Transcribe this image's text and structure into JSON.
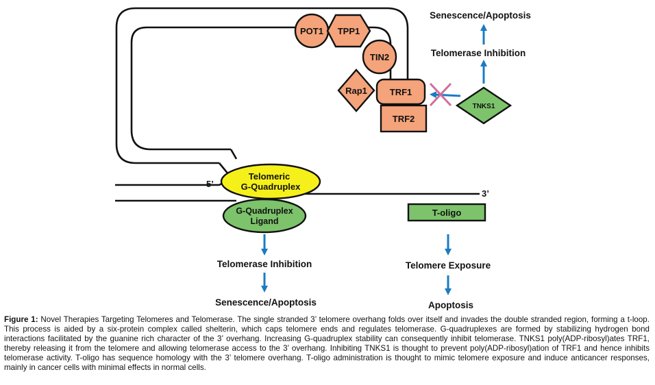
{
  "diagram": {
    "proteins": {
      "pot1": "POT1",
      "tpp1": "TPP1",
      "tin2": "TIN2",
      "rap1": "Rap1",
      "trf1": "TRF1",
      "trf2": "TRF2",
      "tnks1": "TNKS1"
    },
    "strand_labels": {
      "five_prime": "5’",
      "three_prime": "3’"
    },
    "g_quadruplex": {
      "line1": "Telomeric",
      "line2": "G-Quadruplex"
    },
    "ligand": {
      "line1": "G-Quadruplex",
      "line2": "Ligand"
    },
    "t_oligo": "T-oligo",
    "top_right_outcome": "Senescence/Apoptosis",
    "top_right_mechanism": "Telomerase Inhibition",
    "ligand_mechanism": "Telomerase Inhibition",
    "ligand_outcome": "Senescence/Apoptosis",
    "oligo_mechanism": "Telomere Exposure",
    "oligo_outcome": "Apoptosis"
  },
  "colors": {
    "shelterin": "#f4a37a",
    "g_quadruplex": "#f6f01a",
    "green": "#7cc36b",
    "arrow": "#1b7bc2",
    "inhibition_x": "#cf6f9b"
  },
  "caption": {
    "label": "Figure 1:",
    "text": " Novel Therapies Targeting Telomeres and Telomerase. The single stranded 3’ telomere overhang folds over itself and invades the double stranded region, forming a t-loop. This process is aided by a six-protein complex called shelterin, which caps telomere ends and regulates telomerase. G-quadruplexes are formed by stabilizing hydrogen bond interactions facilitated by the guanine rich character of the 3’ overhang. Increasing G-quadruplex stability can consequently inhibit telomerase. TNKS1 poly(ADP-ribosyl)ates TRF1, thereby releasing it from the telomere and allowing telomerase access to the 3’ overhang. Inhibiting TNKS1 is thought to prevent poly(ADP-ribosyl)ation of TRF1 and hence inhibits telomerase activity. T-oligo has sequence homology with the 3’ telomere overhang. T-oligo administration is thought to mimic telomere exposure and induce anticancer responses, mainly in cancer cells with minimal effects in normal cells."
  }
}
